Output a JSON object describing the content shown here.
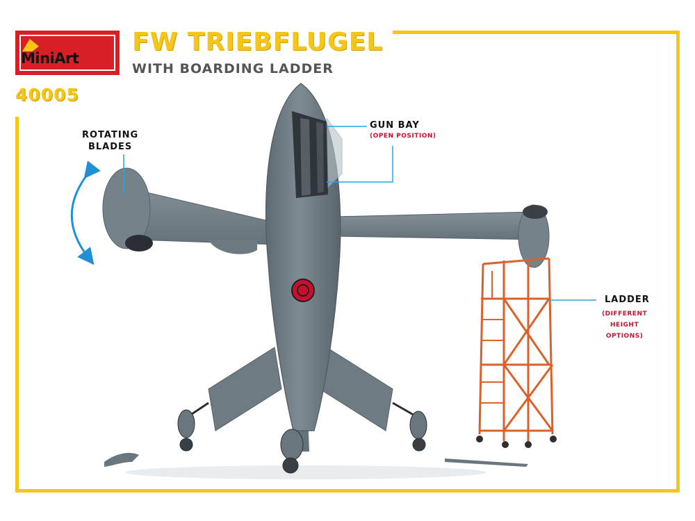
{
  "brand": {
    "logo_text": "MiniArt"
  },
  "product": {
    "title": "FW TRIEBFLUGEL",
    "subtitle": "WITH BOARDING LADDER",
    "code": "40005"
  },
  "callouts": {
    "rotating_blades": [
      "ROTATING",
      "BLADES"
    ],
    "gun_bay": {
      "title": "GUN BAY",
      "note": "(OPEN POSITION)"
    },
    "ladder": {
      "title": "LADDER",
      "note": [
        "(DIFFERENT",
        "HEIGHT",
        "OPTIONS)"
      ]
    }
  },
  "colors": {
    "frame": "#f5c518",
    "logo_bg": "#d81f26",
    "aircraft_gray": "#75828a",
    "ladder_orange": "#d9622b",
    "arrow_blue": "#1f8fd6",
    "callout_line": "#2ba3d9"
  }
}
